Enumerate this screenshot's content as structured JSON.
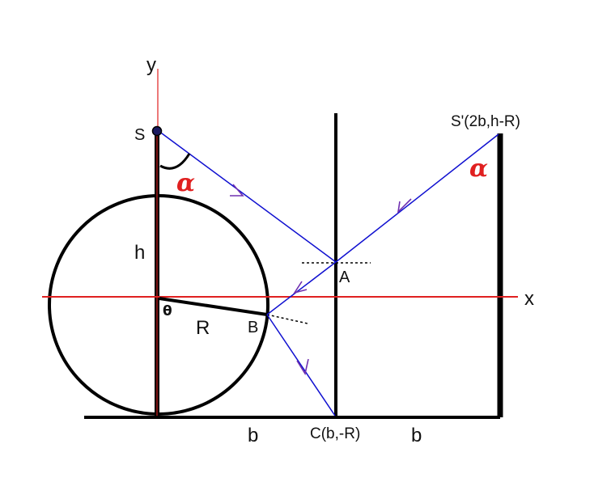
{
  "labels": {
    "y_axis": "y",
    "x_axis": "x",
    "source": "S",
    "image_source": "S'(2b,h-R)",
    "angle_left": "α",
    "angle_right": "α",
    "height": "h",
    "radius": "R",
    "theta": "θ",
    "point_a": "A",
    "point_b": "B",
    "point_c": "C(b,-R)",
    "distance_left": "b",
    "distance_right": "b"
  },
  "colors": {
    "axis": "#e02020",
    "ray": "#1010d0",
    "ray_arrow": "#7030b0",
    "structure": "#000000",
    "angle_label": "#e02020",
    "rod": "#7a1010"
  }
}
